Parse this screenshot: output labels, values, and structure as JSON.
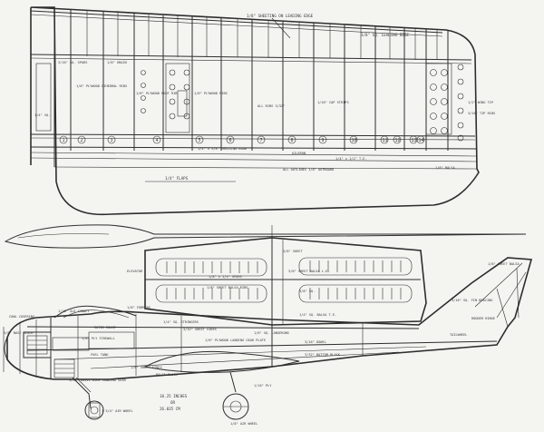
{
  "wing": {
    "labels": {
      "leading_sheeting": "1/8\" SHEETING ON LEADING EDGE",
      "leading_edge": "3/8\" SQ. LEADING EDGE",
      "spar_top": "1/4\" SQ.",
      "grain": "1/8\" GRAIN",
      "plywood_ribs": "1/8\" PLYWOOD DIHEDRAL RIBS",
      "plywood_root": "1/8\" PLYWOOD ROOT RIB",
      "flush_ribs": "1/8\" PLYWOOD RIBS",
      "top_spar": "1/4\" SQ. RIB",
      "all_ribs": "ALL RIBS 3/32\"",
      "cap_strips": "1/16\" CAP STRIPS",
      "wing_tip": "1/2\" WING TIP",
      "tip_ribs": "3/16\" TIP RIBS",
      "trailing_edge": "1/4\" x 5/8\" TRAILING EDGE",
      "aileron": "AILERON",
      "trailing": "1/4\" x 1/2\" T.E.",
      "outline": "ALL OUTLINES 1/8\" OUTBOARD",
      "flaps": "1/4\" FLAPS",
      "balsa": "1/8\" BALSA",
      "spar_left": "3/16\" SQ. SPARS"
    },
    "rib_numbers": [
      "1",
      "2",
      "3",
      "4",
      "5",
      "6",
      "7",
      "8",
      "9",
      "10",
      "11",
      "12",
      "13",
      "14"
    ]
  },
  "stab": {
    "labels": {
      "elevator": "ELEVATOR",
      "balsa_lead": "3/8\" SHEET BALSA L.E.",
      "stab_ribs": "1/8\" SHEET BALSA RIBS",
      "stab_tip": "3/8\" SQ.",
      "stab_sheet": "3/8\" SHEET",
      "stab_spar": "1/8\" x 1/4\" SPARS",
      "stab_te": "1/4\" SQ. BALSA T.E."
    }
  },
  "fuselage": {
    "labels": {
      "fin_cap": "3/16\" SQ. FIN BRACING",
      "fin_ribs": "1/8\" SHEET BALSA",
      "rudder": "RUDDER HINGE",
      "canopy": "1/16\" SLD CANOPY",
      "cowl": "COWL COVERING",
      "nose": "3/8\" NOSE BLOCK",
      "motor_mount": "MOTOR MOUNT",
      "firewall": "1/8\" PLY FIREWALL",
      "tank": "FUEL TANK",
      "gear_mount": "1/8\" PLYWOOD LANDING GEAR PLATE",
      "sheet_sides": "3/32\" SHEET SIDES",
      "longerons": "1/8\" SQ. LONGERONS",
      "wing_dowel": "3/16\" DOWEL",
      "bottom_sheet": "3/32\" BOTTOM BLOCK",
      "tailwheel": "TAILWHEEL",
      "front_gear": "3/32\" MUSIC WIRE LANDING GEAR",
      "wheels": "1 3/4\" AIR WHEEL",
      "rear_gear": "1/8\" AIR WHEEL",
      "scale_1": "10.25 INCHES",
      "scale_2": "OR",
      "scale_3": "26.035 CM",
      "stab_ply": "1/8\" SHEET SIDES",
      "tail_block": "BALSA BLOCK",
      "tail_ply": "1/16\" PLY",
      "fus_top": "1/4\" SQ. STRINGERS",
      "fus_former": "1/8\" FORMERS"
    }
  }
}
